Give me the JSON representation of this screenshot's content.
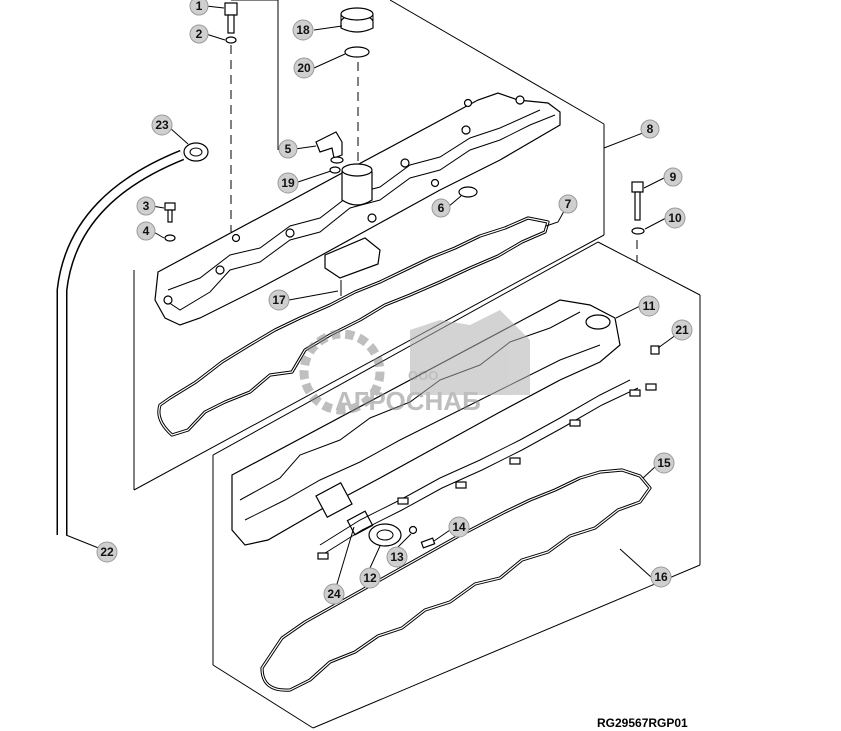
{
  "reference": "RG29567RGP01",
  "watermark": {
    "small": "ООО",
    "large": "АГРОСНАБ"
  },
  "callouts": [
    "1",
    "2",
    "3",
    "4",
    "5",
    "6",
    "7",
    "8",
    "9",
    "10",
    "11",
    "12",
    "13",
    "14",
    "15",
    "16",
    "17",
    "18",
    "19",
    "20",
    "21",
    "22",
    "23",
    "24"
  ],
  "colors": {
    "callout_fill": "#cfcfcf",
    "line": "#000000",
    "watermark": "#8a8a8a"
  }
}
